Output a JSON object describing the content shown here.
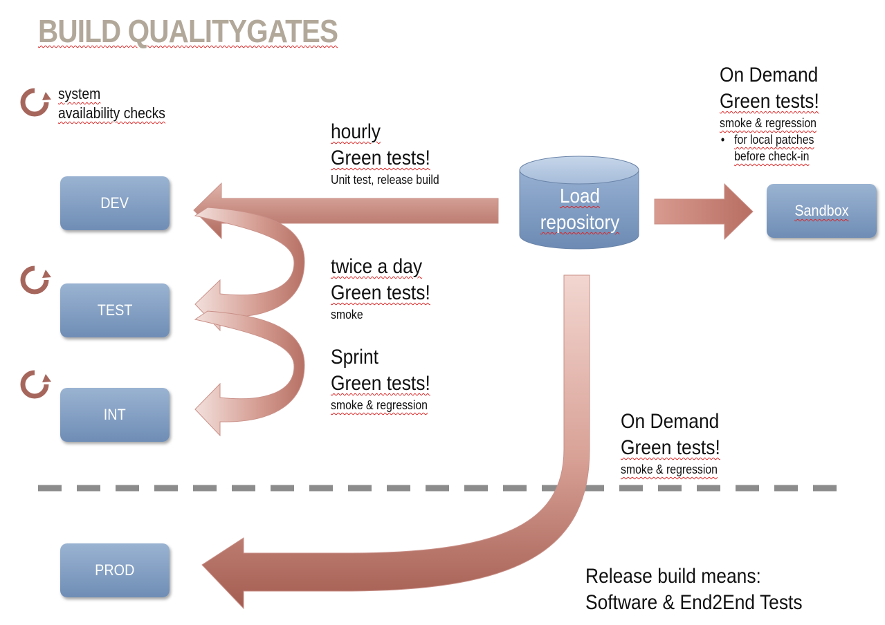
{
  "title": "BUILD QUALITYGATES",
  "legend": {
    "line1": "system",
    "line2": "availability checks"
  },
  "environments": {
    "dev": "DEV",
    "test": "TEST",
    "int": "INT",
    "prod": "PROD",
    "sandbox": "Sandbox"
  },
  "repository": {
    "line1": "Load",
    "line2": "repository"
  },
  "gates": {
    "hourly": {
      "when": "hourly",
      "tests": "Green tests!",
      "detail": "Unit test, release build"
    },
    "twice": {
      "when": "twice a day",
      "tests": "Green tests!",
      "detail": "smoke"
    },
    "sprint": {
      "when": "Sprint",
      "tests": "Green tests!",
      "detail": "smoke & regression"
    },
    "on_demand_prod": {
      "when": "On Demand",
      "tests": "Green tests!",
      "detail": "smoke & regression"
    },
    "on_demand_sandbox": {
      "when": "On Demand",
      "tests": "Green tests!",
      "detail": "smoke & regression",
      "bullet_line1": "for local patches",
      "bullet_line2": "before check-in"
    }
  },
  "release_note": {
    "line1": "Release build means:",
    "line2": "Software & End2End Tests"
  },
  "colors": {
    "title": "#b2a89a",
    "box": "#7f9cc2",
    "arrow": "#b56a5f",
    "divider": "#8c8c8c"
  }
}
